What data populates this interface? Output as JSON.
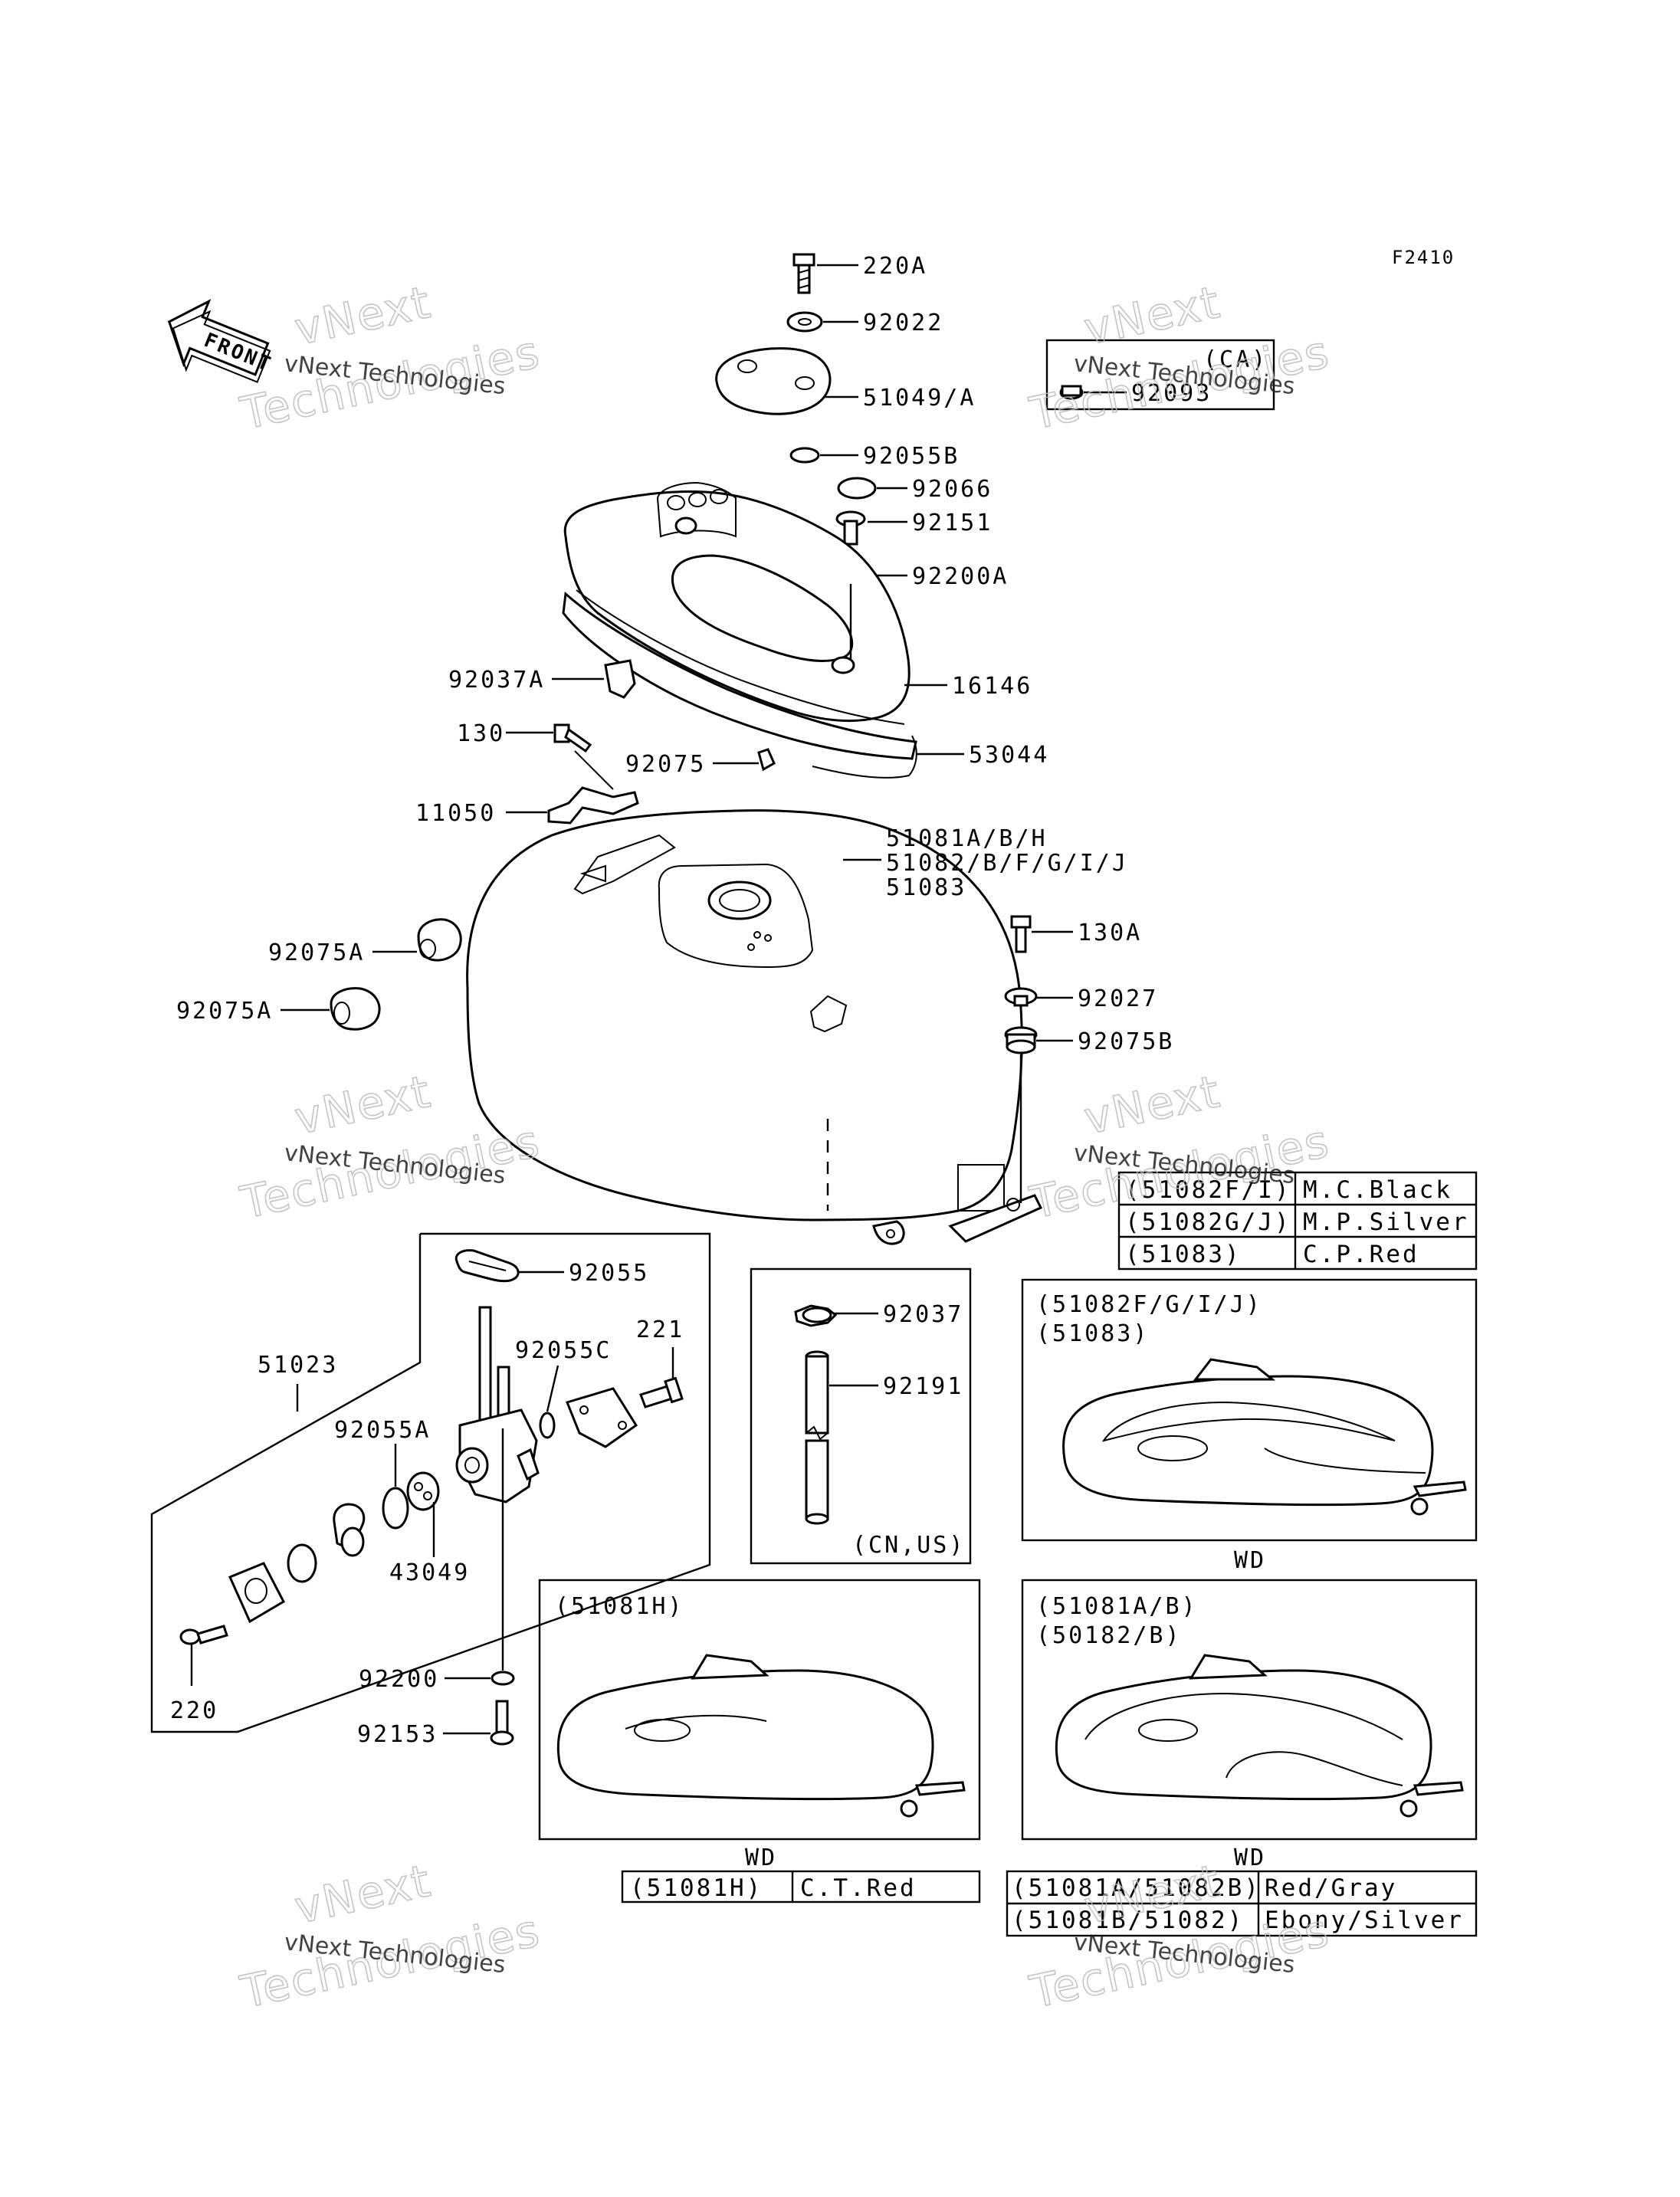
{
  "diagram_ref": "F2410",
  "front_label": "FRONT",
  "labels": {
    "l220A": "220A",
    "l92022": "92022",
    "l51049": "51049/A",
    "l92055B": "92055B",
    "l92066": "92066",
    "l92151": "92151",
    "l92200A": "92200A",
    "l16146": "16146",
    "l53044": "53044",
    "l92037A": "92037A",
    "l130": "130",
    "l92075": "92075",
    "l11050": "11050",
    "l51081": "51081A/B/H",
    "l51082": "51082/B/F/G/I/J",
    "l51083": "51083",
    "l92075A1": "92075A",
    "l92075A2": "92075A",
    "l130A": "130A",
    "l92027": "92027",
    "l92075B": "92075B",
    "l92055": "92055",
    "l51023": "51023",
    "l92055C": "92055C",
    "l221": "221",
    "l92055A": "92055A",
    "l43049": "43049",
    "l92200": "92200",
    "l92153": "92153",
    "l220": "220",
    "l92037": "92037",
    "l92191": "92191",
    "l92093": "92093"
  },
  "ca_box": {
    "title": "(CA)"
  },
  "cn_us_box": {
    "caption": "(CN,US)"
  },
  "color_table_1": {
    "rows": [
      {
        "code": "(51082F/I)",
        "color": "M.C.Black"
      },
      {
        "code": "(51082G/J)",
        "color": "M.P.Silver"
      },
      {
        "code": "(51083)",
        "color": "C.P.Red"
      }
    ]
  },
  "panel_fgij": {
    "line1": "(51082F/G/I/J)",
    "line2": "(51083)",
    "caption": "WD"
  },
  "panel_h": {
    "line1": "(51081H)",
    "caption": "WD"
  },
  "panel_ab": {
    "line1": "(51081A/B)",
    "line2": "(50182/B)",
    "caption": "WD"
  },
  "color_table_2": {
    "rows": [
      {
        "code": "(51081H)",
        "color": "C.T.Red"
      }
    ]
  },
  "color_table_3": {
    "rows": [
      {
        "code": "(51081A/51082B)",
        "color": "Red/Gray"
      },
      {
        "code": "(51081B/51082)",
        "color": "Ebony/Silver"
      }
    ]
  },
  "watermark": {
    "line1": "vNext Technologies",
    "line2": "vNext",
    "line3": "Technologies"
  }
}
